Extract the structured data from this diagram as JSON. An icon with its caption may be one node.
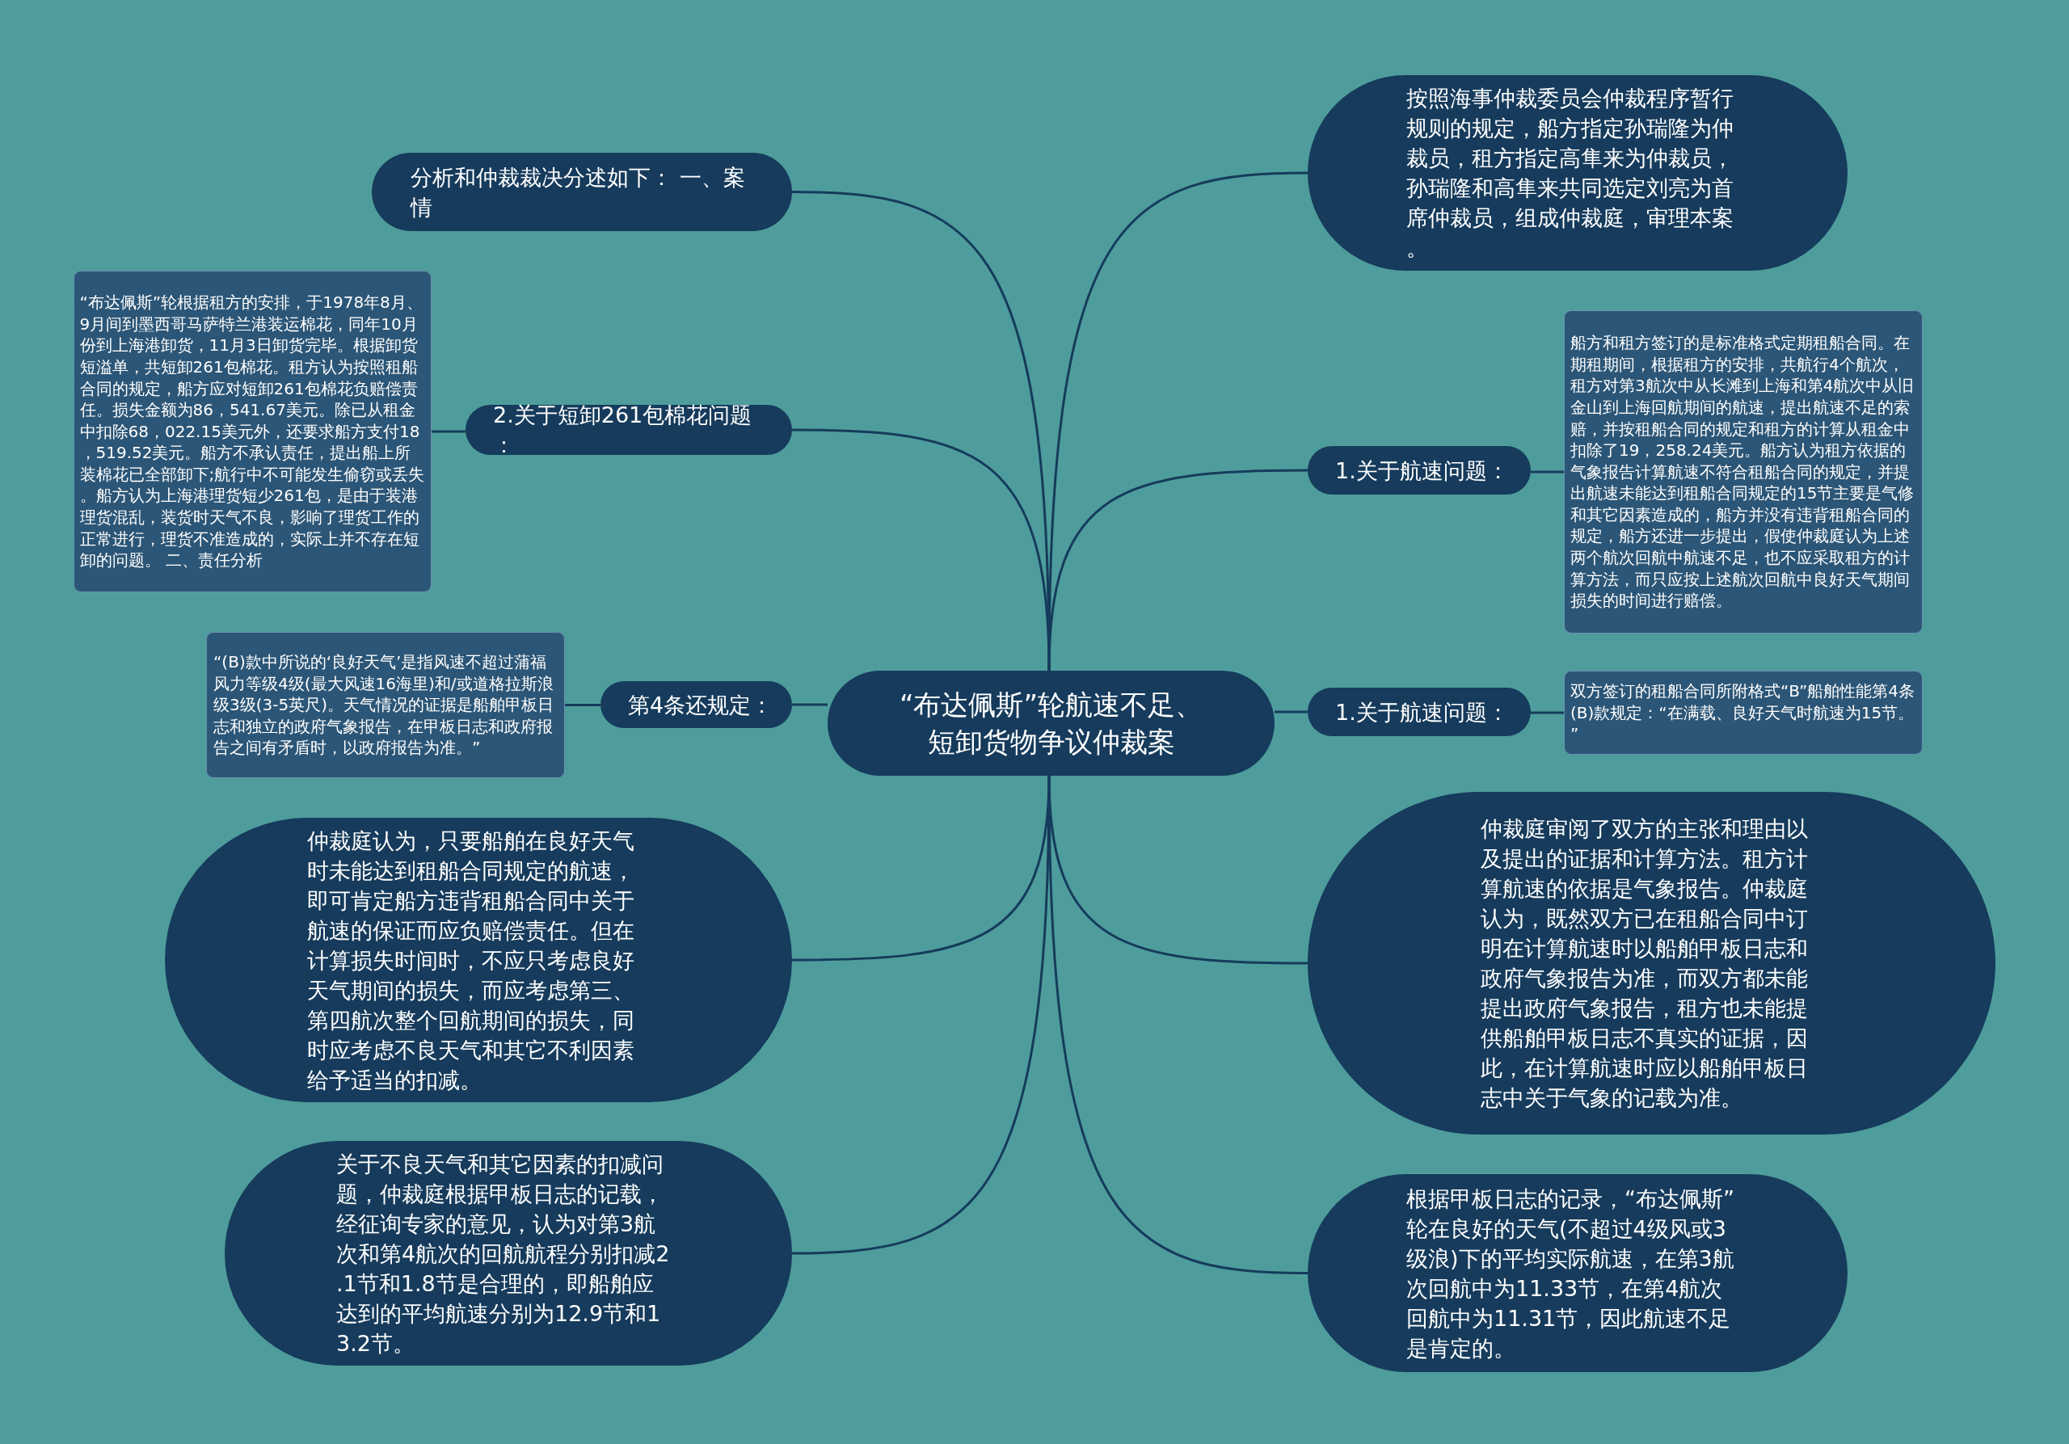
{
  "diagram": {
    "nodes": [
      {
        "text": [
          "“布达佩斯”轮航速不足、短卸货物争议仲裁案"
        ]
      },
      {
        "text": [
          "分析和仲裁裁决分述如下： 一、案情"
        ]
      },
      {
        "text": [
          "2.关于短卸261包棉花问题："
        ]
      },
      {
        "text": [
          "“布达佩斯”轮根据租方的安排，于1978年8月、9月间到墨西哥马萨特兰港装运棉花，同年10月份到上海港卸货，11月3日卸货完毕。根据卸货短溢单，共短卸261包棉花。租方认为按照租船合同的规定，船方应对短卸261包棉花负赔偿责任。损失金额为86，541.67美元。除已从租金中扣除68，022.15美元外，还要求船方支付18，519.52美元。船方不承认责任，提出船上所装棉花已全部卸下;航行中不可能发生偷窃或丢失。船方认为上海港理货短少261包，是由于装港理货混乱，装货时天气不良，影响了理货工作的正常进行，理货不准造成的，实际上并不存在短卸的问题。 二、责任分析"
        ]
      },
      {
        "text": [
          "第4条还规定："
        ]
      },
      {
        "text": [
          "“(B)款中所说的‘良好天气’是指风速不超过蒲福风力等级4级(最大风速16海里)和/或道格拉斯浪级3级(3-5英尺)。天气情况的证据是船舶甲板日志和独立的政府气象报告，在甲板日志和政府报告之间有矛盾时，以政府报告为准。”"
        ]
      },
      {
        "text": [
          "仲裁庭认为，只要船舶在良好天气时未能达到租船合同规定的航速，即可肯定船方违背租船合同中关于航速的保证而应负赔偿责任。但在计算损失时间时，不应只考虑良好天气期间的损失，而应考虑第三、第四航次整个回航期间的损失，同时应考虑不良天气和其它不利因素给予适当的扣减。"
        ]
      },
      {
        "text": [
          "关于不良天气和其它因素的扣减问题，仲裁庭根据甲板日志的记载，经征询专家的意见，认为对第3航次和第4航次的回航航程分别扣减2.1节和1.8节是合理的，即船舶应达到的平均航速分别为12.9节和13.2节。"
        ]
      },
      {
        "text": [
          "按照海事仲裁委员会仲裁程序暂行规则的规定，船方指定孙瑞隆为仲裁员，租方指定高隼来为仲裁员，孙瑞隆和高隼来共同选定刘亮为首席仲裁员，组成仲裁庭，审理本案。"
        ]
      },
      {
        "text": [
          "1.关于航速问题："
        ]
      },
      {
        "text": [
          "船方和租方签订的是标准格式定期租船合同。在期租期间，根据租方的安排，共航行4个航次，租方对第3航次中从长滩到上海和第4航次中从旧金山到上海回航期间的航速，提出航速不足的索赔，并按租船合同的规定和租方的计算从租金中扣除了19，258.24美元。船方认为租方依据的气象报告计算航速不符合租船合同的规定，并提出航速未能达到租船合同规定的15节主要是气修和其它因素造成的，船方并没有违背租船合同的规定，船方还进一步提出，假使仲裁庭认为上述两个航次回航中航速不足，也不应采取租方的计算方法，而只应按上述航次回航中良好天气期间损失的时间进行赔偿。"
        ]
      },
      {
        "text": [
          "1.关于航速问题："
        ]
      },
      {
        "text": [
          "双方签订的租船合同所附格式“B”船舶性能第4条(B)款规定：“在满载、良好天气时航速为15节。”"
        ]
      },
      {
        "text": [
          "仲裁庭审阅了双方的主张和理由以及提出的证据和计算方法。租方计算航速的依据是气象报告。仲裁庭认为，既然双方已在租船合同中订明在计算航速时以船舶甲板日志和政府气象报告为准，而双方都未能提出政府气象报告，租方也未能提供船舶甲板日志不真实的证据，因此，在计算航速时应以船舶甲板日志中关于气象的记载为准。"
        ]
      },
      {
        "text": [
          "根据甲板日志的记录，“布达佩斯”轮在良好的天气(不超过4级风或3级浪)下的平均实际航速，在第3航次回航中为11.33节，在第4航次回航中为11.31节，因此航速不足是肯定的。"
        ]
      }
    ],
    "edges": [
      {
        "from": 0,
        "to": 1,
        "arrow": "none"
      },
      {
        "from": 0,
        "to": 2,
        "arrow": "none"
      },
      {
        "from": 2,
        "to": 3,
        "arrow": "none"
      },
      {
        "from": 0,
        "to": 4,
        "arrow": "none"
      },
      {
        "from": 4,
        "to": 5,
        "arrow": "none"
      },
      {
        "from": 0,
        "to": 6,
        "arrow": "none"
      },
      {
        "from": 0,
        "to": 7,
        "arrow": "none"
      },
      {
        "from": 0,
        "to": 8,
        "arrow": "none"
      },
      {
        "from": 0,
        "to": 9,
        "arrow": "none"
      },
      {
        "from": 9,
        "to": 10,
        "arrow": "none"
      },
      {
        "from": 0,
        "to": 11,
        "arrow": "none"
      },
      {
        "from": 11,
        "to": 12,
        "arrow": "none"
      },
      {
        "from": 0,
        "to": 13,
        "arrow": "none"
      },
      {
        "from": 0,
        "to": 14,
        "arrow": "none"
      }
    ]
  }
}
